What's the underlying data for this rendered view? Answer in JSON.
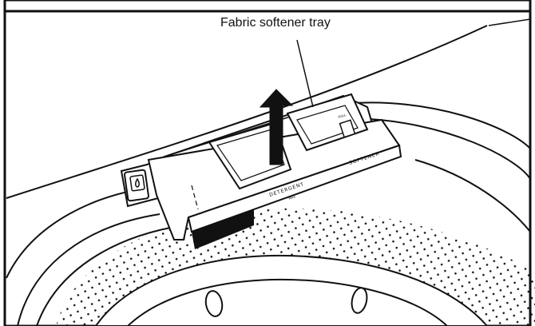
{
  "callout": {
    "label": "Fabric softener tray"
  },
  "dispenser": {
    "detergent_text": "DETERGENT",
    "detergent_subtext": "MAX",
    "softener_text": "SOFTENER",
    "softener_tab_text": "PULL"
  },
  "arrow": {
    "direction": "up"
  },
  "colors": {
    "line": "#111111",
    "background": "#ffffff"
  }
}
